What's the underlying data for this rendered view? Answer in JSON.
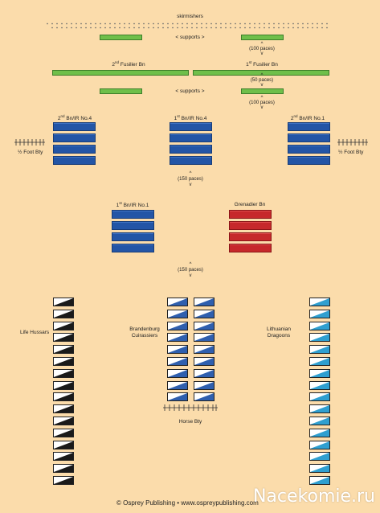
{
  "labels": {
    "skirmishers": "skirmishers",
    "supports_top": "< supports >",
    "supports_mid": "< supports >",
    "fusilier2_prefix": "2",
    "fusilier2_sup": "nd",
    "fusilier2_rest": " Fusilier Bn",
    "fusilier1_prefix": "1",
    "fusilier1_sup": "st",
    "fusilier1_rest": " Fusilier Bn",
    "bn_ir4_2_prefix": "2",
    "bn_ir4_2_sup": "nd",
    "bn_ir4_2_rest": " Bn/IR No.4",
    "bn_ir4_1_prefix": "1",
    "bn_ir4_1_sup": "st",
    "bn_ir4_1_rest": " Bn/IR No.4",
    "bn_ir1_2_prefix": "2",
    "bn_ir1_2_sup": "nd",
    "bn_ir1_2_rest": " Bn/IR No.1",
    "bn_ir1_1_prefix": "1",
    "bn_ir1_1_sup": "st",
    "bn_ir1_1_rest": " Bn/IR No.1",
    "grenadier": "Grenadier Bn",
    "foot_bty_left": "½ Foot Bty",
    "foot_bty_right": "½ Foot Bty",
    "life_hussars": "Life Hussars",
    "brandenburg": "Brandenburg",
    "cuirassiers": "Cuirassiers",
    "lithuanian": "Lithuanian",
    "dragoons": "Dragoons",
    "horse_bty": "Horse Bty"
  },
  "paces": {
    "p100_top": "(100 paces)",
    "p50": "(50 paces)",
    "p100_mid": "(100 paces)",
    "p150_top": "(150 paces)",
    "p150_bot": "(150 paces)",
    "arrow_up": "^",
    "arrow_down": "v"
  },
  "footer": {
    "copyright": "© Osprey Publishing • www.ospreypublishing.com"
  },
  "watermark": "Nacekomie.ru",
  "colors": {
    "background": "#fbdcab",
    "infantry": "#2355a6",
    "grenadier": "#c6282b",
    "skirmish_support": "#6fbf4a",
    "hussar_dark": "#1a1a1a",
    "cuirassier": "#2f5fae",
    "dragoon": "#2f9fd0"
  }
}
